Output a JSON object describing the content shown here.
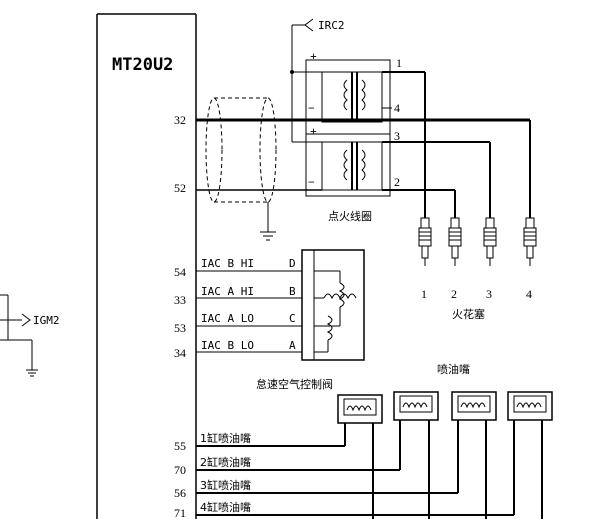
{
  "ecu": {
    "name": "MT20U2"
  },
  "ignition": {
    "irc2": "IRC2",
    "ign2": "IGM2",
    "coil_title": "点火线圈",
    "plus": "+",
    "minus": "−",
    "coil_terms": [
      "1",
      "4",
      "3",
      "2"
    ],
    "spark_title": "火花塞",
    "spark_numbers": [
      "1",
      "2",
      "3",
      "4"
    ]
  },
  "pins": {
    "p32": "32",
    "p52": "52",
    "p54": "54",
    "p33": "33",
    "p53": "53",
    "p34": "34",
    "p55": "55",
    "p70": "70",
    "p56": "56",
    "p71": "71"
  },
  "iac": {
    "title": "怠速空气控制阀",
    "signals": [
      "IAC B HI",
      "IAC A HI",
      "IAC A LO",
      "IAC B LO"
    ],
    "letters": [
      "D",
      "B",
      "C",
      "A"
    ]
  },
  "injectors": {
    "title": "喷油嘴",
    "labels": [
      "1缸喷油嘴",
      "2缸喷油嘴",
      "3缸喷油嘴",
      "4缸喷油嘴"
    ]
  }
}
